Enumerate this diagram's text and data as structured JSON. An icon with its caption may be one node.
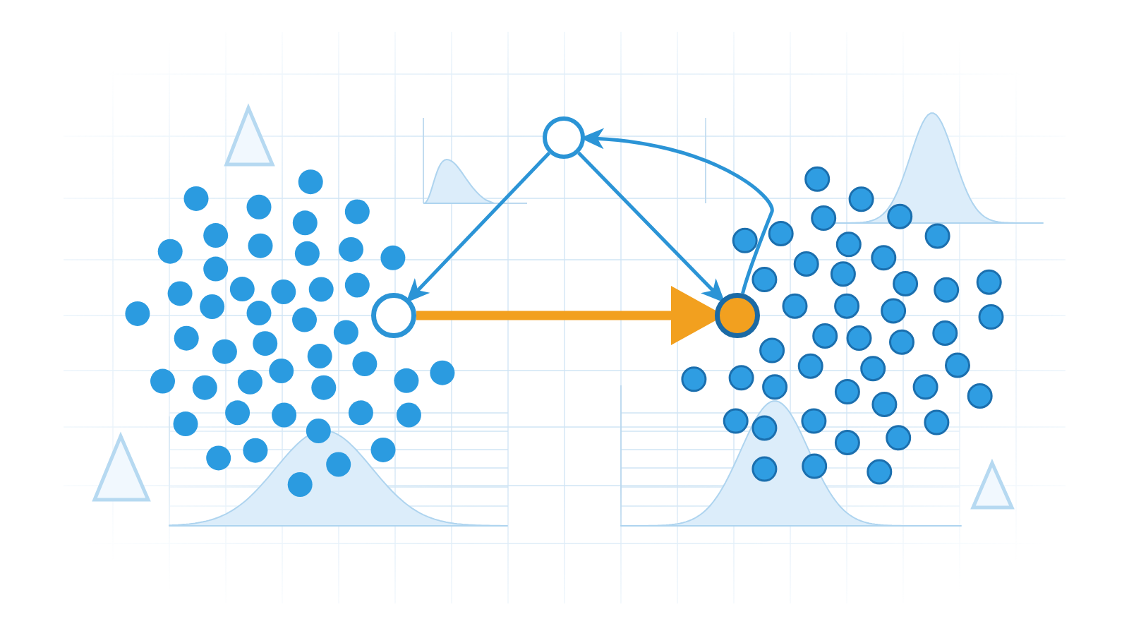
{
  "diagram": {
    "nodes": [
      {
        "text": [],
        "shape": "circle"
      },
      {
        "text": [],
        "shape": "circle"
      },
      {
        "text": [],
        "shape": "circle"
      }
    ],
    "edges": [
      {
        "from": 0,
        "to": 1,
        "arrow": "to"
      },
      {
        "from": 0,
        "to": 2,
        "arrow": "to"
      },
      {
        "from": 1,
        "to": 2,
        "arrow": "to",
        "style": "thick",
        "color": "#f2a01f"
      },
      {
        "from": 2,
        "to": 0,
        "arrow": "to"
      }
    ]
  }
}
